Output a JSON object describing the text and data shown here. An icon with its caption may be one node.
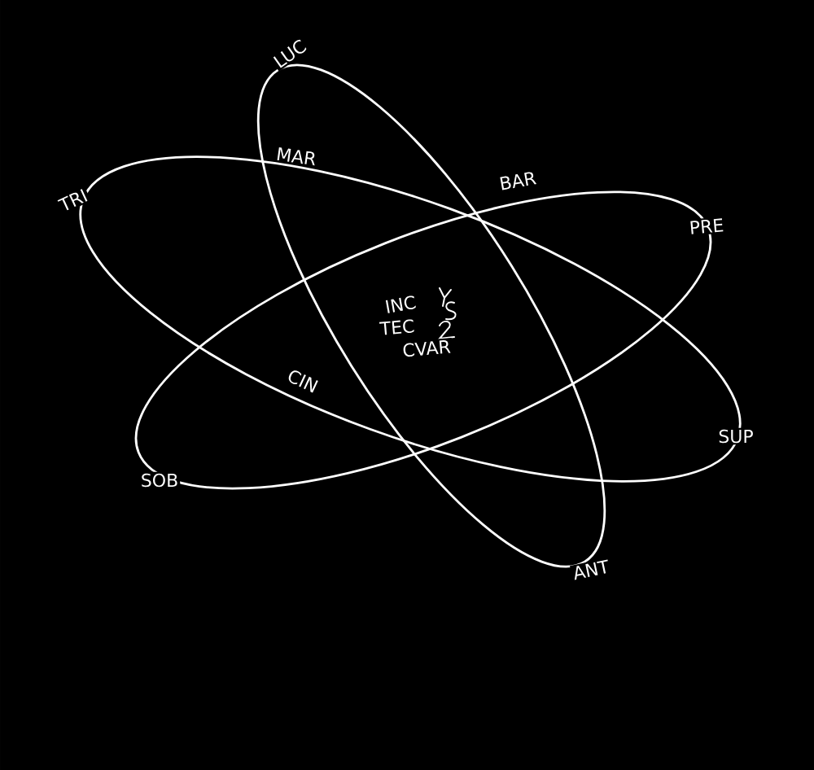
{
  "diagram": {
    "labels": [
      "LUC",
      "MAR",
      "BAR",
      "TRI",
      "PRE",
      "INC",
      "TEC",
      "CVAR",
      "CIN",
      "SUP",
      "SOB",
      "ANT"
    ]
  }
}
